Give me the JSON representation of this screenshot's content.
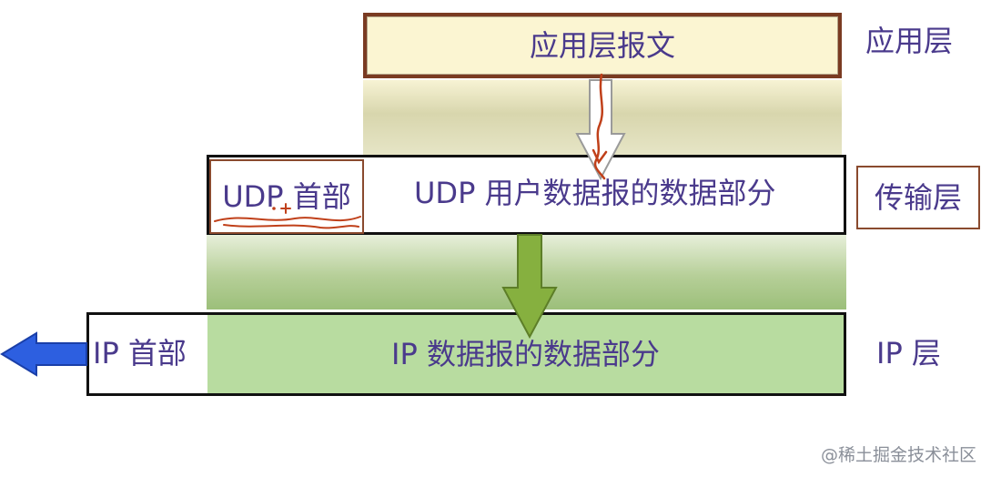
{
  "layers": {
    "application": {
      "message": "应用层报文",
      "name": "应用层"
    },
    "transport": {
      "header": "UDP 首部",
      "data": "UDP 用户数据报的数据部分",
      "name": "传输层"
    },
    "ip": {
      "header": "IP 首部",
      "data": "IP 数据报的数据部分",
      "name": "IP 层"
    }
  },
  "watermark": "@稀土掘金技术社区",
  "colors": {
    "text": "#4a3a8c",
    "app_fill": "#fbf5d2",
    "app_border": "#7a3b22",
    "ip_data_fill": "#b8dca0",
    "arrow_green": "#7fa83a",
    "arrow_blue": "#2d5fe0",
    "annotation_red": "#c0401a"
  }
}
